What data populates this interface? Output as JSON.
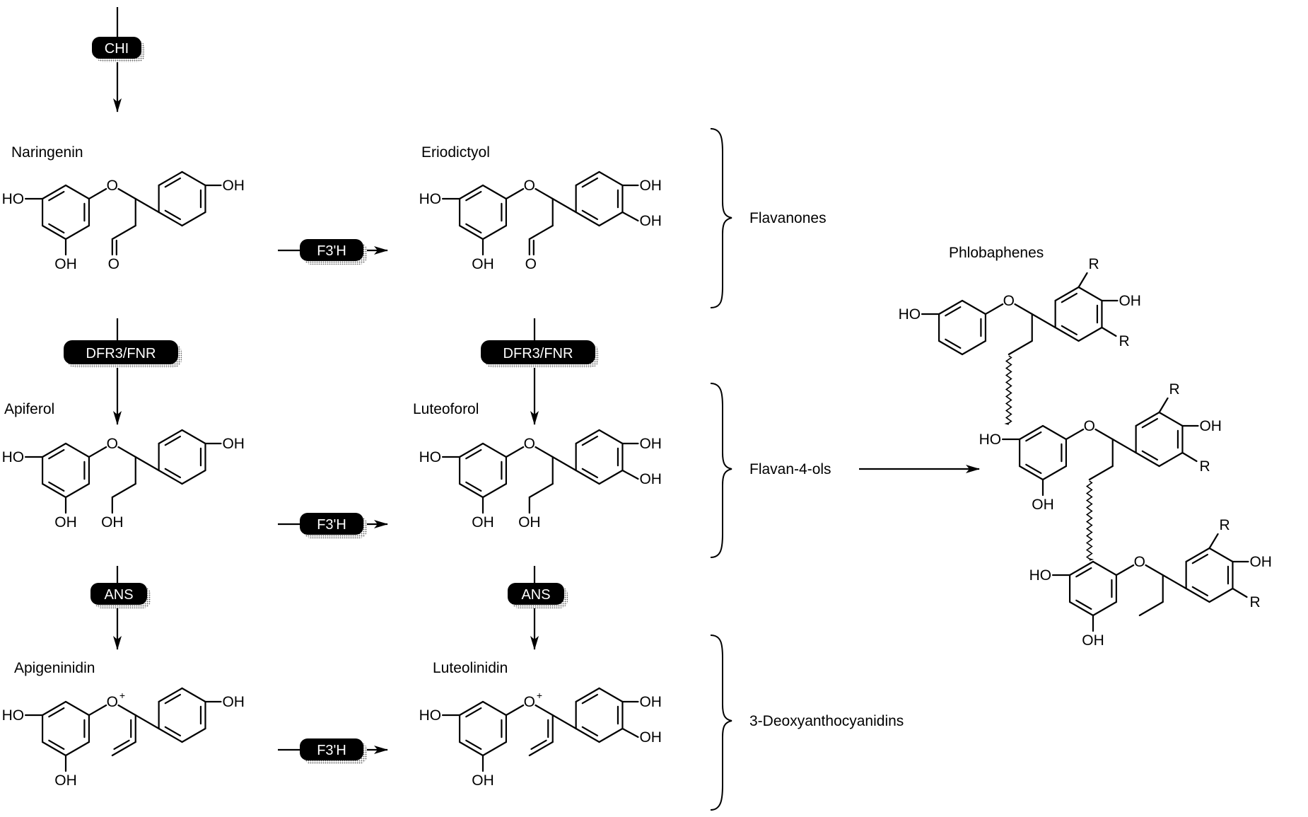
{
  "enzymes": {
    "chi": "CHI",
    "f3h": "F3'H",
    "dfr": "DFR3/FNR",
    "ans": "ANS"
  },
  "compounds": {
    "naringenin": "Naringenin",
    "eriodictyol": "Eriodictyol",
    "apiferol": "Apiferol",
    "luteoforol": "Luteoforol",
    "apigeninidin": "Apigeninidin",
    "luteolinidin": "Luteolinidin",
    "phlobaphenes": "Phlobaphenes"
  },
  "classes": {
    "flavanones": "Flavanones",
    "flavan4ols": "Flavan-4-ols",
    "deoxy": "3-Deoxyanthocyanidins"
  },
  "atoms": {
    "ho": "HO",
    "oh": "OH",
    "o": "O",
    "oplus": "O",
    "plus": "+",
    "r": "R"
  }
}
